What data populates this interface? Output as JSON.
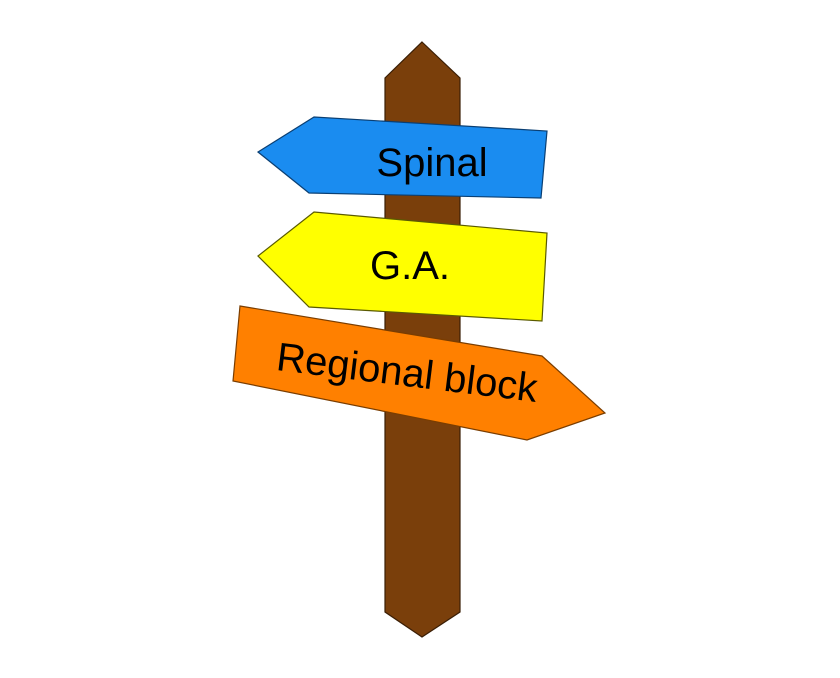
{
  "signpost": {
    "signs": [
      {
        "label": "Spinal",
        "color": "#1a8cf0",
        "direction": "left"
      },
      {
        "label": "G.A.",
        "color": "#ffff00",
        "direction": "left"
      },
      {
        "label": "Regional block",
        "color": "#ff8000",
        "direction": "right"
      }
    ],
    "post": {
      "color": "#7a3f0b"
    },
    "background": "#ffffff"
  }
}
